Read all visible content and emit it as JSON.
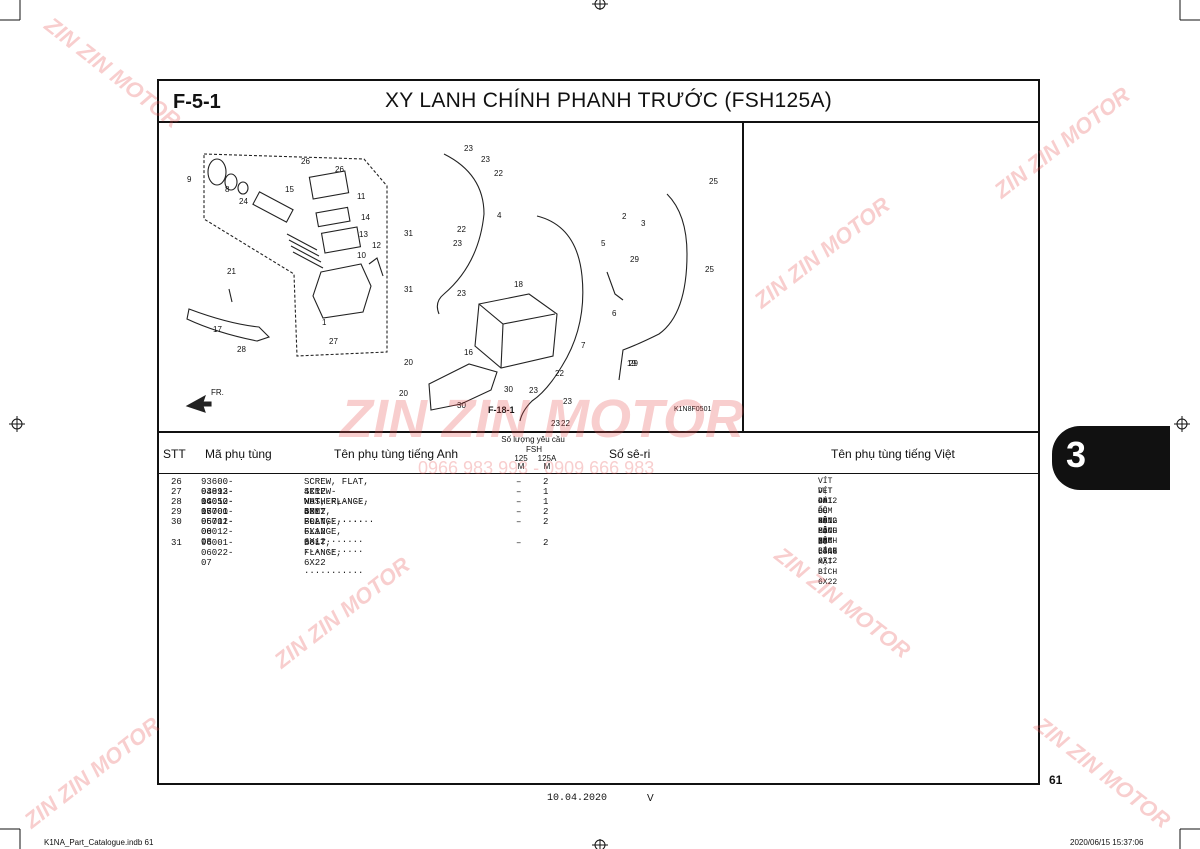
{
  "page": {
    "code": "F-5-1",
    "title": "XY LANH CHÍNH PHANH TRƯỚC (FSH125A)",
    "section_tab": "3",
    "page_number": "61",
    "footer_date": "10.04.2020",
    "footer_mark": "V",
    "footer_file": "K1NA_Part_Catalogue.indb   61",
    "footer_timestamp": "2020/06/15   15:37:06",
    "watermark_brand": "ZIN ZIN MOTOR",
    "watermark_phone": "0966 983 993 - 0909 666 983"
  },
  "diagram": {
    "code": "K1N8F0501",
    "ref": "F-18-1",
    "direction": "FR.",
    "callouts": [
      "26",
      "26",
      "9",
      "8",
      "24",
      "15",
      "11",
      "14",
      "13",
      "10",
      "12",
      "21",
      "17",
      "28",
      "1",
      "27",
      "31",
      "31",
      "23",
      "23",
      "22",
      "4",
      "22",
      "23",
      "23",
      "18",
      "20",
      "16",
      "20",
      "30",
      "30",
      "23",
      "22",
      "23",
      "29",
      "7",
      "22",
      "23",
      "5",
      "2",
      "3",
      "25",
      "25",
      "29",
      "6",
      "19"
    ]
  },
  "table": {
    "headers": {
      "stt": "STT",
      "part_no": "Mã phụ tùng",
      "name_en": "Tên phụ tùng tiếng Anh",
      "qty": "Số lượng yêu cầu",
      "qty_model": "FSH",
      "qty_col1": "125",
      "qty_col1b": "M",
      "qty_col2": "125A",
      "qty_col2b": "M",
      "serial": "Số sê-ri",
      "name_vi": "Tên phụ tùng tiếng Việt"
    },
    "rows": [
      {
        "stt": "26",
        "part": "93600-04012-1G",
        "en": "SCREW, FLAT, 4X12 ············",
        "q1": "–",
        "q2": "2",
        "vi": "VÍT DẸT 4X12"
      },
      {
        "stt": "27",
        "part": "93893-04012-17",
        "en": "SCREW-WASHER, 4X12 ···········",
        "q1": "–",
        "q2": "1",
        "vi": "VÍT CÓ ĐỆM 4X12"
      },
      {
        "stt": "28",
        "part": "94050-06000",
        "en": "NUT, FLANGE, 6MM ·············",
        "q1": "–",
        "q2": "1",
        "vi": "ĐAI ỐC MẶT BÍCH 6MM"
      },
      {
        "stt": "29",
        "part": "95701-06012-00",
        "en": "BOLT, FLANGE, 6X12 ···········",
        "q1": "–",
        "q2": "2",
        "vi": "BU LÔNG MẶT BÍCH 6X12"
      },
      {
        "stt": "30",
        "part": "95701-06012-08",
        "en": "BOLT, FLANGE, 6X12 ···········",
        "q1": "–",
        "q2": "2",
        "vi": "BU LÔNG MẶT BÍCH 6X12"
      },
      {
        "stt": "31",
        "part": "96001-06022-07",
        "en": "BOLT, FLANGE, 6X22 ···········",
        "q1": "–",
        "q2": "2",
        "vi": "BU LÔNG MẶT BÍCH 6X22"
      }
    ]
  }
}
